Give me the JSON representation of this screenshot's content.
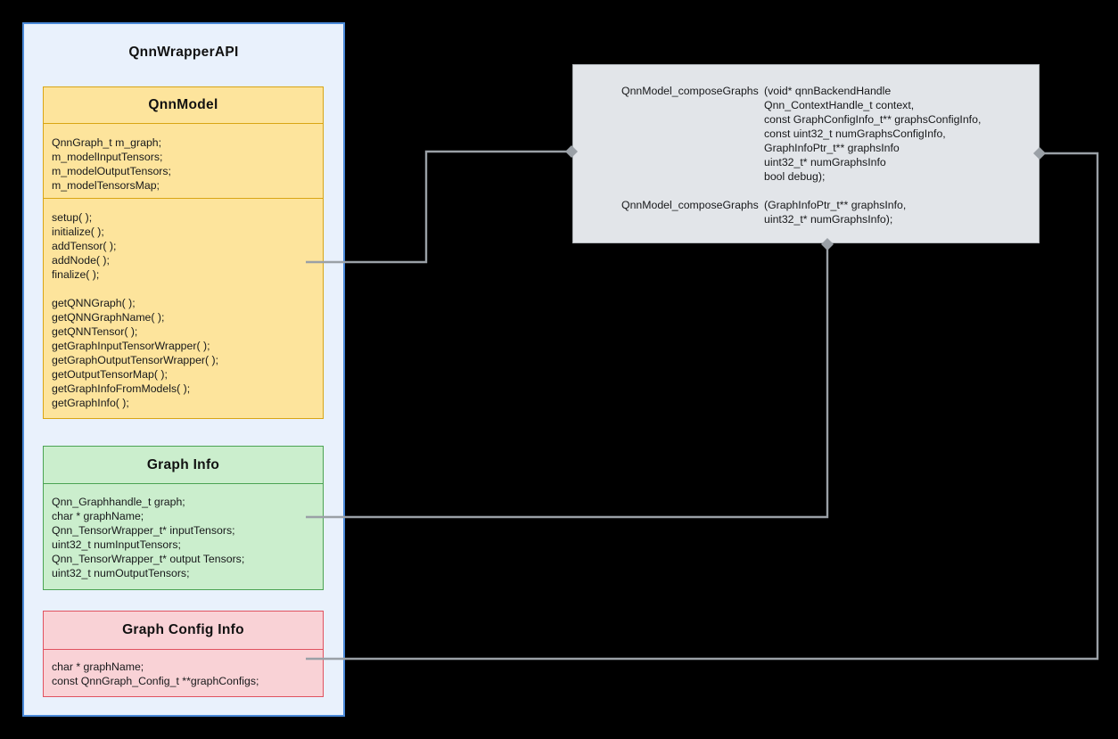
{
  "outer": {
    "title": "QnnWrapperAPI"
  },
  "classes": {
    "qnn_model": {
      "title": "QnnModel",
      "fields": [
        "QnnGraph_t m_graph;",
        "m_modelInputTensors;",
        "m_modelOutputTensors;",
        "m_modelTensorsMap;"
      ],
      "methods": [
        "setup( );",
        "initialize( );",
        "addTensor( );",
        "addNode( );",
        "finalize( );",
        "",
        "getQNNGraph( );",
        "getQNNGraphName( );",
        "getQNNTensor( );",
        "getGraphInputTensorWrapper( );",
        "getGraphOutputTensorWrapper( );",
        "getOutputTensorMap( );",
        "getGraphInfoFromModels( );",
        "getGraphInfo( );"
      ]
    },
    "graph_info": {
      "title": "Graph Info",
      "fields": [
        "Qnn_Graphhandle_t graph;",
        "char * graphName;",
        "Qnn_TensorWrapper_t* inputTensors;",
        "uint32_t numInputTensors;",
        "Qnn_TensorWrapper_t* output Tensors;",
        "uint32_t numOutputTensors;"
      ]
    },
    "graph_config_info": {
      "title": "Graph Config Info",
      "fields": [
        "char * graphName;",
        "const QnnGraph_Config_t **graphConfigs;"
      ]
    }
  },
  "compose_box": {
    "functions": [
      {
        "name": "QnnModel_composeGraphs",
        "params": [
          "(void* qnnBackendHandle",
          "Qnn_ContextHandle_t context,",
          "const GraphConfigInfo_t** graphsConfigInfo,",
          "const uint32_t numGraphsConfigInfo,",
          "GraphInfoPtr_t** graphsInfo",
          "uint32_t* numGraphsInfo",
          "bool debug);"
        ]
      },
      {
        "name": "QnnModel_composeGraphs",
        "params": [
          "(GraphInfoPtr_t** graphsInfo,",
          "uint32_t* numGraphsInfo);"
        ]
      }
    ]
  },
  "connectors": [
    {
      "from": "QnnModel",
      "to": "QnnModel_composeGraphs"
    },
    {
      "from": "Graph Info",
      "to": "QnnModel_composeGraphs"
    },
    {
      "from": "Graph Config Info",
      "to": "QnnModel_composeGraphs"
    }
  ],
  "colors": {
    "canvas_bg": "#000000",
    "outer_fill": "#e9f1fc",
    "outer_border": "#4a89d8",
    "model_fill": "#fde49c",
    "model_border": "#d9a514",
    "info_fill": "#cbeecd",
    "info_border": "#4ba353",
    "config_fill": "#f9d2d6",
    "config_border": "#e05260",
    "compose_fill": "#e2e5e9",
    "compose_border": "#b2b7bb",
    "connector": "#9aa0a6"
  }
}
